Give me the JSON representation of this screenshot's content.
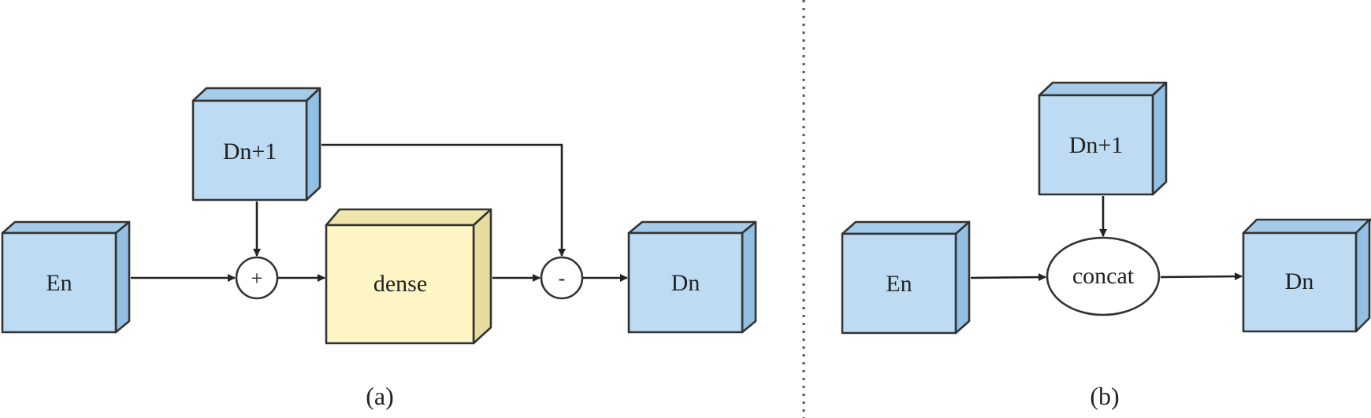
{
  "colors": {
    "blue_front": "#bddcf3",
    "blue_side": "#92bfe4",
    "blue_top": "#a4cbea",
    "yellow_front": "#fdf6c4",
    "yellow_side": "#e6dc9e",
    "yellow_top": "#efe6ad",
    "stroke": "#333333",
    "divider": "#555555"
  },
  "panel_a": {
    "caption": "(a)",
    "blocks": {
      "en": "En",
      "dn_plus_1": "Dn+1",
      "dense": "dense",
      "dn": "Dn"
    },
    "ops": {
      "add": "+",
      "subtract": "-"
    }
  },
  "panel_b": {
    "caption": "(b)",
    "blocks": {
      "en": "En",
      "dn_plus_1": "Dn+1",
      "dn": "Dn"
    },
    "concat": "concat"
  }
}
